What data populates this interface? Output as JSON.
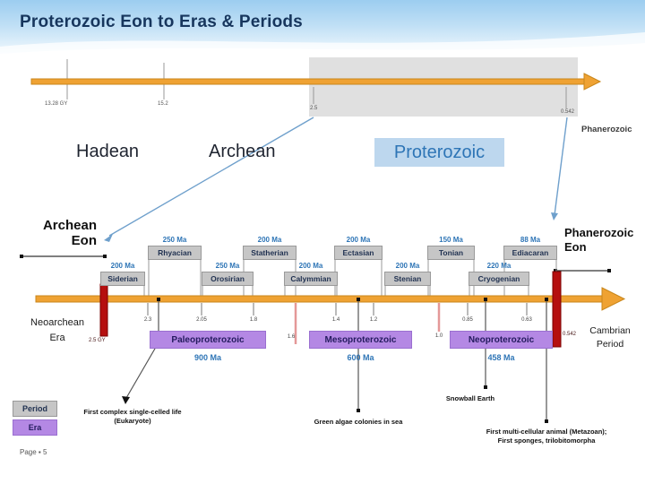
{
  "slide": {
    "title": "Proterozoic Eon to Eras & Periods",
    "page_label": "Page ▪ 5"
  },
  "overview": {
    "tick1": "13.28 GY",
    "tick2": "15.2",
    "box_left_tick": "2.5",
    "box_right_tick": "0.542",
    "phanerozoic_label": "Phanerozoic",
    "eons": {
      "hadean": "Hadean",
      "archean": "Archean",
      "proterozoic": "Proterozoic"
    }
  },
  "detail": {
    "archean_eon": {
      "line1": "Archean",
      "line2": "Eon"
    },
    "phanerozoic_eon": {
      "line1": "Phanerozoic",
      "line2": "Eon"
    },
    "neoarchean": {
      "line1": "Neoarchean",
      "line2": "Era"
    },
    "cambrian": {
      "line1": "Cambrian",
      "line2": "Period"
    },
    "start_label": "2.5 GY",
    "end_label": "0.542",
    "boundary_ticks": [
      "2.3",
      "2.05",
      "1.8",
      "1.4",
      "1.2",
      "0.85",
      "0.63"
    ],
    "era_boundary_ticks": [
      "1.6",
      "1.0"
    ]
  },
  "periods": [
    {
      "name": "Siderian",
      "duration": "200 Ma"
    },
    {
      "name": "Rhyacian",
      "duration": "250 Ma"
    },
    {
      "name": "Orosirian",
      "duration": "250 Ma"
    },
    {
      "name": "Statherian",
      "duration": "200 Ma"
    },
    {
      "name": "Calymmian",
      "duration": "200 Ma"
    },
    {
      "name": "Ectasian",
      "duration": "200 Ma"
    },
    {
      "name": "Stenian",
      "duration": "200 Ma"
    },
    {
      "name": "Tonian",
      "duration": "150 Ma"
    },
    {
      "name": "Cryogenian",
      "duration": "220 Ma"
    },
    {
      "name": "Ediacaran",
      "duration": "88 Ma"
    }
  ],
  "eras": [
    {
      "name": "Paleoproterozoic",
      "duration": "900 Ma"
    },
    {
      "name": "Mesoproterozoic",
      "duration": "600 Ma"
    },
    {
      "name": "Neoproterozoic",
      "duration": "458 Ma"
    }
  ],
  "events": [
    {
      "line1": "First complex single-celled life",
      "line2": "(Eukaryote)"
    },
    {
      "line1": "Green algae colonies in sea",
      "line2": ""
    },
    {
      "line1": "Snowball Earth",
      "line2": ""
    },
    {
      "line1": "First multi-cellular animal (Metazoan);",
      "line2": "First sponges, trilobitomorpha"
    }
  ],
  "legend": {
    "period": "Period",
    "era": "Era"
  },
  "colors": {
    "title_navy": "#17365d",
    "accent_blue": "#2e75b6",
    "highlight_blue": "#bdd7ee",
    "period_gray": "#c6c6c6",
    "era_purple": "#b488e4",
    "timeline_orange": "#efa233",
    "boundary_red": "#b50f0f"
  }
}
